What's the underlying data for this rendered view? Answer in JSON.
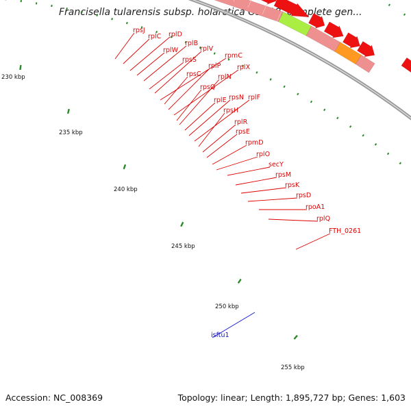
{
  "title": "Francisella tularensis subsp. holarctica OSU18, complete gen...",
  "footer": {
    "accession": "Accession: NC_008369",
    "summary": "Topology: linear; Length: 1,895,727 bp; Genes: 1,603"
  },
  "colors": {
    "backbone": "#8a8a8a",
    "gene_red": "#ee1111",
    "gene_pink": "#ef9090",
    "gene_blue": "#1010dd",
    "gene_steel": "#4a86c0",
    "gene_violet": "#7a66cc",
    "gene_cyan": "#22bbee",
    "gene_lime": "#aaee44",
    "gene_orange": "#ff9922",
    "tick_green": "#2a8a2a",
    "label_red": "#dd0000",
    "label_blue": "#1010cc"
  },
  "ruler": [
    {
      "label": "230 kbp"
    },
    {
      "label": "235 kbp"
    },
    {
      "label": "240 kbp"
    },
    {
      "label": "245 kbp"
    },
    {
      "label": "250 kbp"
    },
    {
      "label": "255 kbp"
    }
  ],
  "gene_labels": [
    {
      "text": "rpsJ",
      "color": "red"
    },
    {
      "text": "rplC",
      "color": "red"
    },
    {
      "text": "rplD",
      "color": "red"
    },
    {
      "text": "rplW",
      "color": "red"
    },
    {
      "text": "rplB",
      "color": "red"
    },
    {
      "text": "rpsS",
      "color": "red"
    },
    {
      "text": "rplV",
      "color": "red"
    },
    {
      "text": "rpmC",
      "color": "red"
    },
    {
      "text": "rpsC",
      "color": "red"
    },
    {
      "text": "rplP",
      "color": "red"
    },
    {
      "text": "rplX",
      "color": "red"
    },
    {
      "text": "rpsQ",
      "color": "red"
    },
    {
      "text": "rplN",
      "color": "red"
    },
    {
      "text": "rplE",
      "color": "red"
    },
    {
      "text": "rpsN",
      "color": "red"
    },
    {
      "text": "rplF",
      "color": "red"
    },
    {
      "text": "rpsH",
      "color": "red"
    },
    {
      "text": "rplR",
      "color": "red"
    },
    {
      "text": "rpsE",
      "color": "red"
    },
    {
      "text": "rpmD",
      "color": "red"
    },
    {
      "text": "rplO",
      "color": "red"
    },
    {
      "text": "secY",
      "color": "red"
    },
    {
      "text": "rpsM",
      "color": "red"
    },
    {
      "text": "rpsK",
      "color": "red"
    },
    {
      "text": "rpsD",
      "color": "red"
    },
    {
      "text": "rpoA1",
      "color": "red"
    },
    {
      "text": "rplQ",
      "color": "red"
    },
    {
      "text": "FTH_0261",
      "color": "red"
    },
    {
      "text": "isftu1",
      "color": "blue"
    }
  ]
}
